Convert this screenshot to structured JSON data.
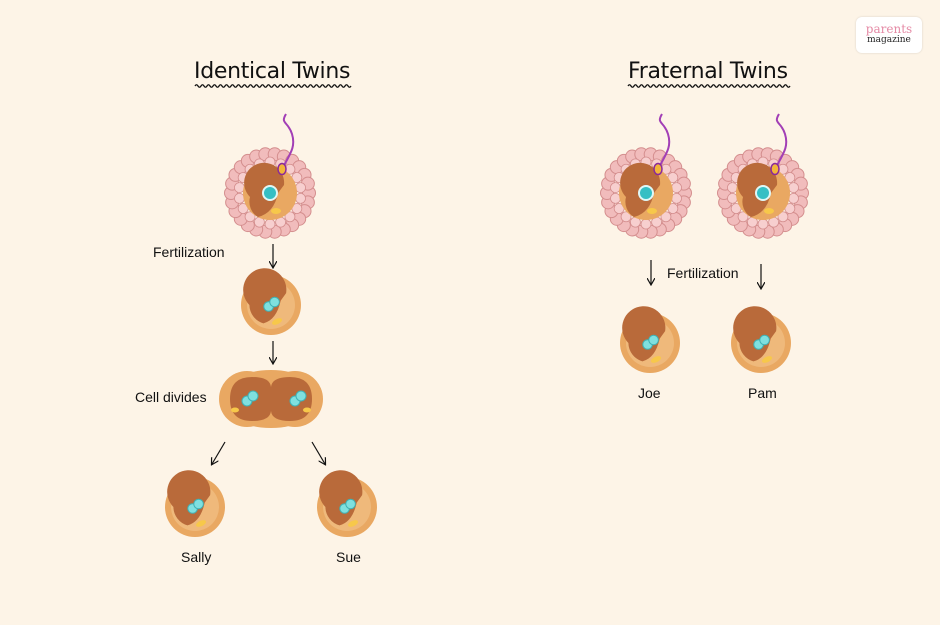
{
  "brand": {
    "line1": "parents",
    "line2": "magazine"
  },
  "identical": {
    "title": "Identical Twins",
    "fertilization_label": "Fertilization",
    "divide_label": "Cell divides",
    "twin_a": "Sally",
    "twin_b": "Sue"
  },
  "fraternal": {
    "title": "Fraternal Twins",
    "fertilization_label": "Fertilization",
    "twin_a": "Joe",
    "twin_b": "Pam"
  },
  "colors": {
    "background": "#fdf4e7",
    "cell_outer": "#e9a862",
    "cell_inner": "#b96a3a",
    "nucleus": "#7fe0df",
    "follicle": "#f1bcbc",
    "sperm": "#a23fb6"
  }
}
